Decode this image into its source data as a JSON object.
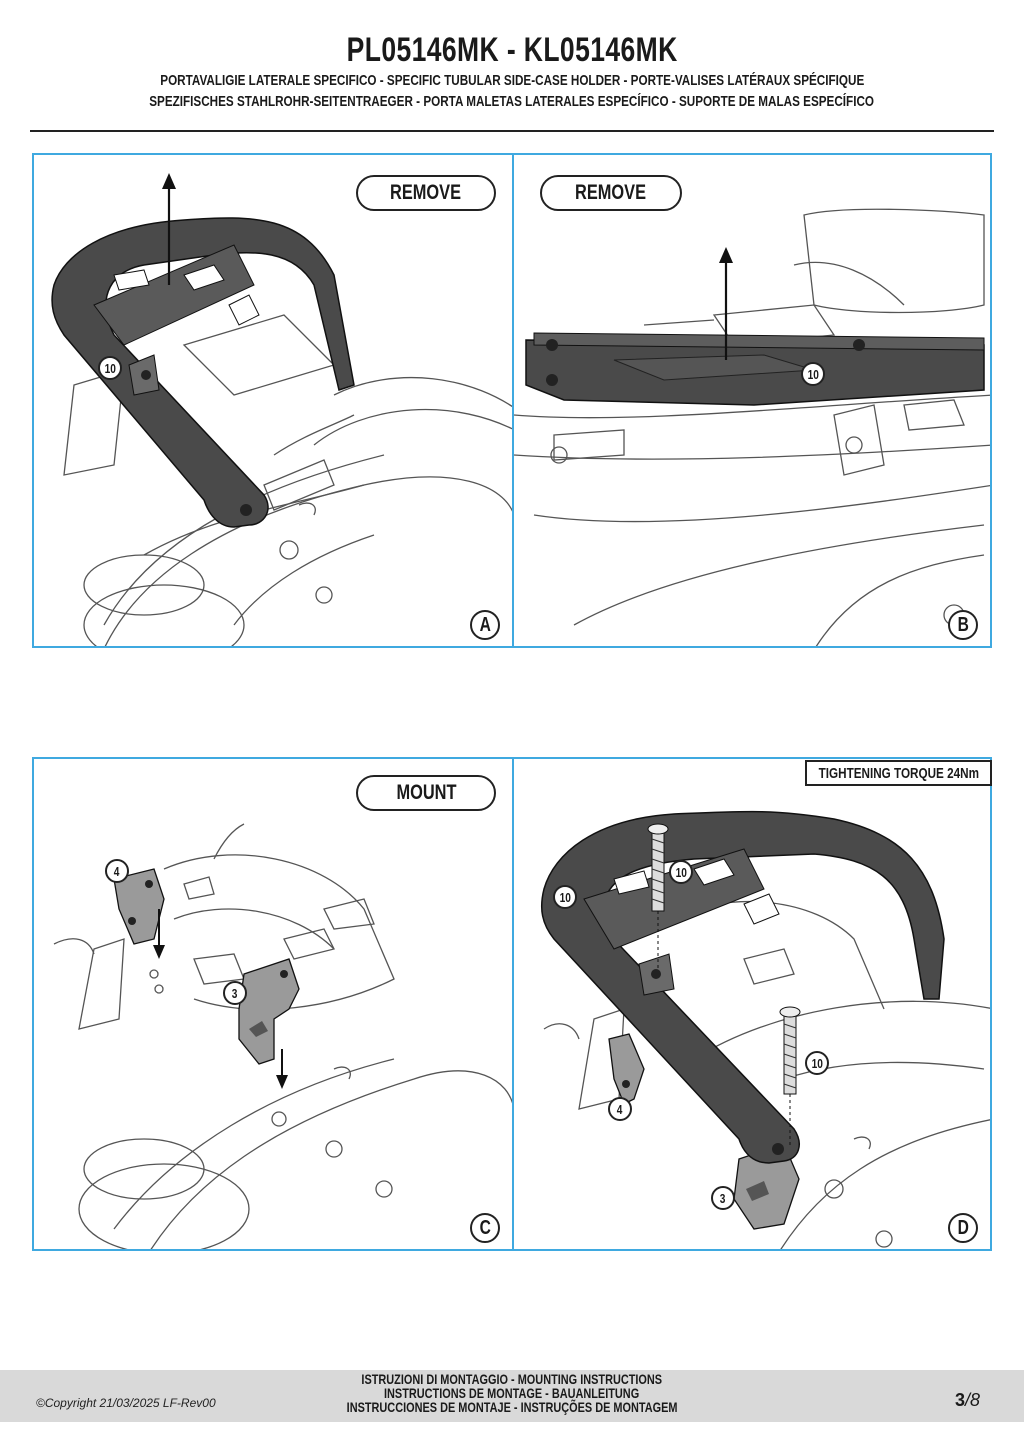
{
  "header": {
    "title": "PL05146MK - KL05146MK",
    "subtitle_line1": "PORTAVALIGIE LATERALE SPECIFICO  -  SPECIFIC TUBULAR SIDE-CASE HOLDER  - PORTE-VALISES LATÉRAUX SPÉCIFIQUE",
    "subtitle_line2": "SPEZIFISCHES STAHLROHR-SEITENTRAEGER - PORTA MALETAS LATERALES ESPECÍFICO - SUPORTE DE MALAS ESPECÍFICO"
  },
  "panels": {
    "a": {
      "action": "REMOVE",
      "letter": "A",
      "parts": [
        "10"
      ]
    },
    "b": {
      "action": "REMOVE",
      "letter": "B",
      "parts": [
        "10"
      ]
    },
    "c": {
      "action": "MOUNT",
      "letter": "C",
      "parts": [
        "4",
        "3"
      ]
    },
    "d": {
      "note": "TIGHTENING TORQUE 24Nm",
      "letter": "D",
      "parts": [
        "10",
        "10",
        "10",
        "4",
        "3"
      ]
    }
  },
  "footer": {
    "line1": "ISTRUZIONI DI MONTAGGIO  -  MOUNTING INSTRUCTIONS",
    "line2": "INSTRUCTIONS DE MONTAGE - BAUANLEITUNG",
    "line3": "INSTRUCCIONES DE MONTAJE - INSTRUÇÕES DE MONTAGEM",
    "copyright": "©Copyright 21/03/2025 LF-Rev00",
    "page_current": "3",
    "page_total": "/8"
  },
  "colors": {
    "panel_border": "#3fa9e0",
    "rack": "#4a4a4a",
    "bracket": "#9a9a9a",
    "footer_bg": "#d9d9d9"
  }
}
